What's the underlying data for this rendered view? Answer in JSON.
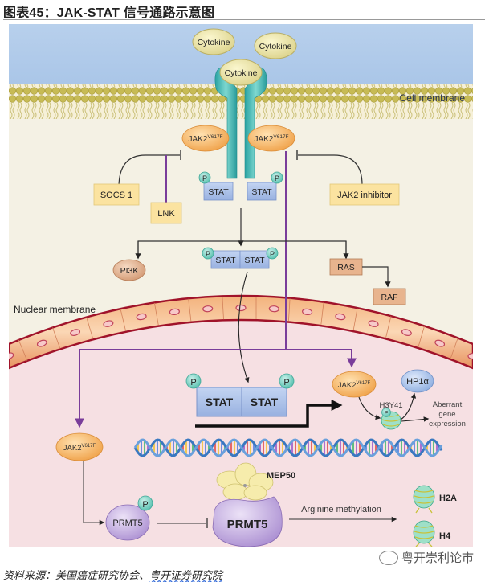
{
  "header": {
    "title": "图表45：JAK-STAT 信号通路示意图"
  },
  "diagram": {
    "regions": {
      "cell_membrane": "Cell membrane",
      "nuclear_membrane": "Nuclear membrane"
    },
    "cytokines": [
      "Cytokine",
      "Cytokine",
      "Cytokine"
    ],
    "jak2": {
      "base": "JAK2",
      "mutation": "V617F"
    },
    "phospho": "P",
    "stat": "STAT",
    "inhibitors": {
      "socs1": "SOCS 1",
      "lnk": "LNK",
      "jak2_inhibitor": "JAK2 inhibitor"
    },
    "pathways": {
      "pi3k": "PI3K",
      "ras": "RAS",
      "raf": "RAF"
    },
    "nucleus": {
      "hp1a": "HP1α",
      "h3y41": "H3Y41",
      "aberrant": [
        "Aberrant",
        "gene",
        "expression"
      ],
      "prmt5": "PRMT5",
      "mep50": "MEP50",
      "arginine": "Arginine methylation",
      "h2a": "H2A",
      "h4": "H4"
    },
    "colors": {
      "extracellular": "#b4cdea",
      "cytoplasm": "#f4f1e4",
      "nucleoplasm": "#f7e2e4",
      "jak2": "#f5b15e",
      "stat": "#a9bfe6",
      "phospho": "#7fd3c5",
      "inhibitor_box": "#fbe3a0",
      "ras_raf": "#e8b48e",
      "prmt5": "#b7a0d6",
      "purple_line": "#7a3d9a"
    }
  },
  "footer": {
    "source_prefix": "资料来源：美国癌症研究协会、",
    "source_underlined": "粤开证券研究院",
    "watermark": "粤开崇利论市"
  }
}
